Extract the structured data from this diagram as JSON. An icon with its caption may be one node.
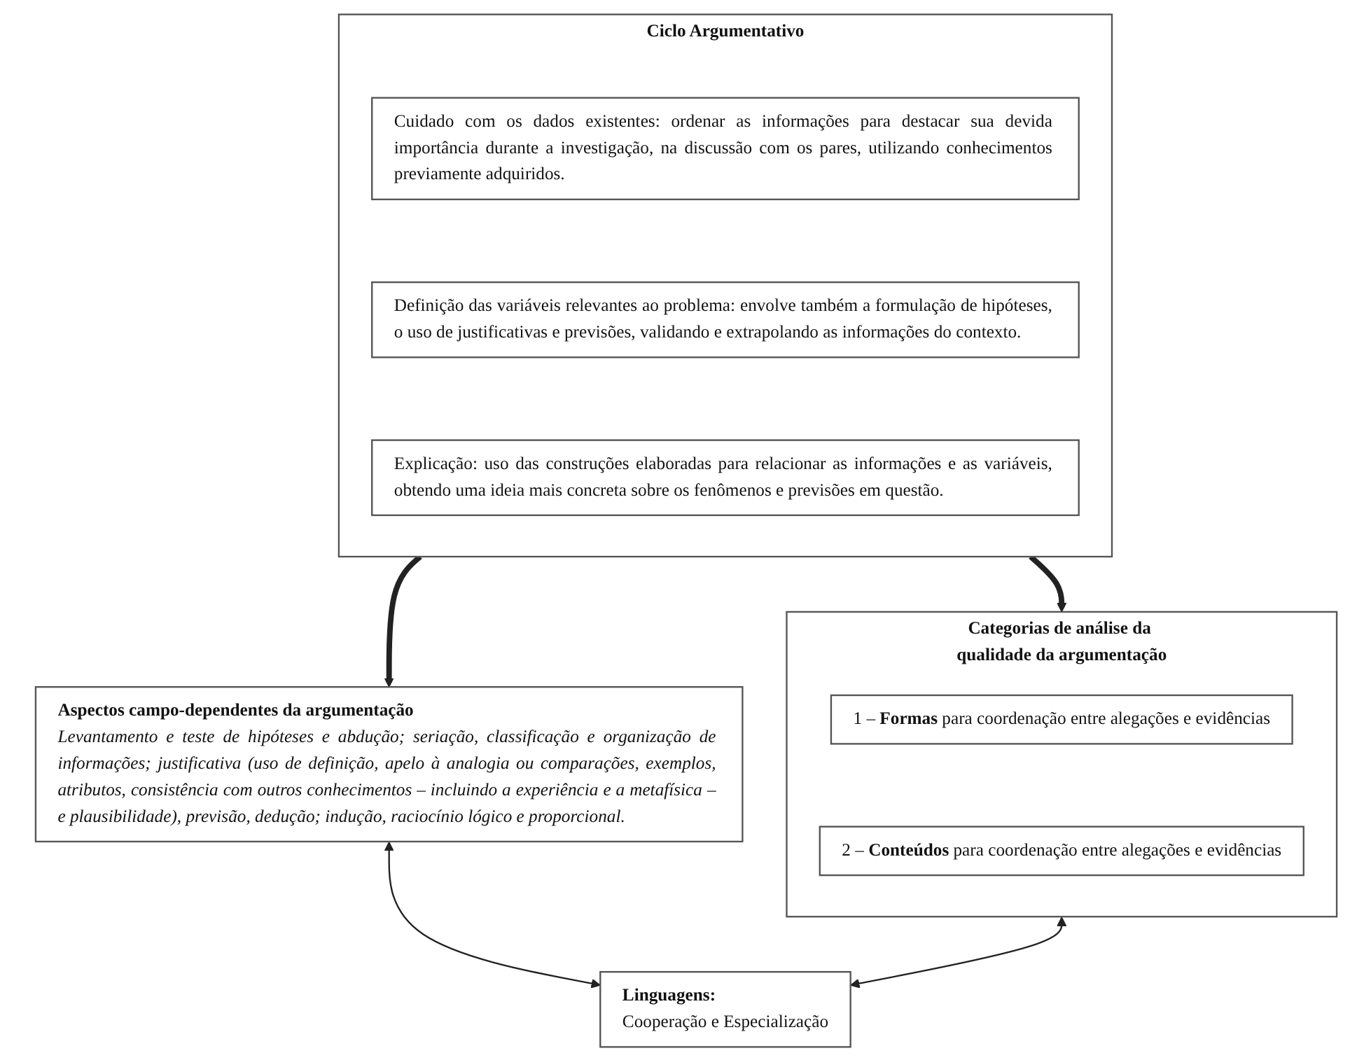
{
  "diagram": {
    "nodes": [
      {
        "text": [
          "Ciclo Argumentativo"
        ]
      },
      {
        "text": [
          "Cuidado com os dados existentes: ordenar as informações para destacar sua devida importância durante a investigação, na discussão com os pares, utilizando conhecimentos previamente adquiridos."
        ],
        "in": 0
      },
      {
        "text": [
          "Definição das variáveis relevantes ao problema: envolve também a formulação de hipóteses, o uso de justificativas e previsões, validando e extrapolando as informações do contexto."
        ],
        "in": 0
      },
      {
        "text": [
          "Explicação: uso das construções elaboradas para relacionar as informações e as variáveis, obtendo uma ideia mais concreta sobre os fenômenos e previsões em questão."
        ],
        "in": 0
      },
      {
        "text": [
          "Aspectos campo-dependentes da argumentação",
          "Levantamento e teste de hipóteses e abdução; seriação, classificação e organização de informações; justificativa (uso de definição, apelo à analogia ou comparações, exemplos, atributos, consistência com outros conhecimentos – incluindo a experiência e a metafísica – e plausibilidade), previsão, dedução; indução, raciocínio lógico e proporcional."
        ]
      },
      {
        "text": [
          "Categorias de análise da qualidade da argumentação"
        ]
      },
      {
        "text": [
          "1 – **Formas** para coordenação entre alegações e evidências"
        ],
        "in": 5
      },
      {
        "text": [
          "2 – **Conteúdos** para coordenação entre alegações e evidências"
        ],
        "in": 5
      },
      {
        "text": [
          "Linguagens:",
          "Cooperação e Especialização"
        ]
      }
    ],
    "edges": [
      {
        "from": 0,
        "to": 4,
        "arrow": "to",
        "style": "thick"
      },
      {
        "from": 0,
        "to": 5,
        "arrow": "to",
        "style": "thick"
      },
      {
        "from": 5,
        "to": 8,
        "arrow": "both"
      },
      {
        "from": 4,
        "to": 8,
        "arrow": "both"
      }
    ]
  }
}
